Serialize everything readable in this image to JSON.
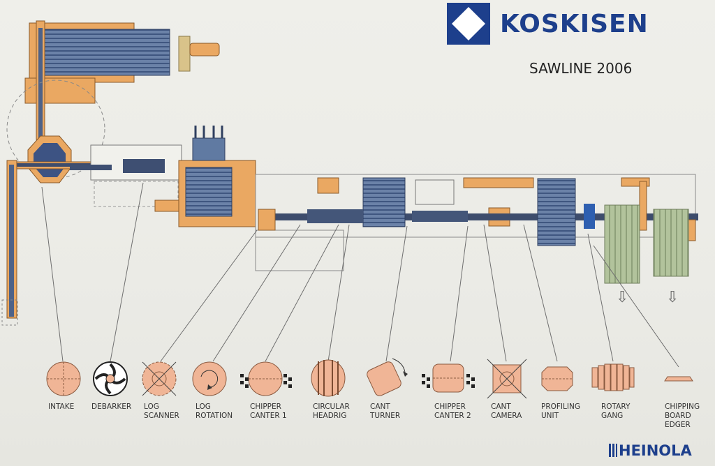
{
  "header": {
    "brand_name": "KOSKISEN",
    "subtitle": "SAWLINE 2006"
  },
  "footer": {
    "manufacturer": "HEINOLA"
  },
  "stages": [
    {
      "id": "intake",
      "lines": [
        "INTAKE"
      ],
      "icon": "intake-icon"
    },
    {
      "id": "debarker",
      "lines": [
        "DEBARKER"
      ],
      "icon": "debarker-icon"
    },
    {
      "id": "log-scanner",
      "lines": [
        "LOG",
        "SCANNER"
      ],
      "icon": "log-scanner-icon"
    },
    {
      "id": "log-rotation",
      "lines": [
        "LOG",
        "ROTATION"
      ],
      "icon": "log-rotation-icon"
    },
    {
      "id": "chipper-canter-1",
      "lines": [
        "CHIPPER",
        "CANTER 1"
      ],
      "icon": "chipper-canter-icon"
    },
    {
      "id": "circular-headrig",
      "lines": [
        "CIRCULAR",
        "HEADRIG"
      ],
      "icon": "circular-headrig-icon"
    },
    {
      "id": "cant-turner",
      "lines": [
        "CANT",
        "TURNER"
      ],
      "icon": "cant-turner-icon"
    },
    {
      "id": "chipper-canter-2",
      "lines": [
        "CHIPPER",
        "CANTER 2"
      ],
      "icon": "chipper-canter-icon"
    },
    {
      "id": "cant-camera",
      "lines": [
        "CANT",
        "CAMERA"
      ],
      "icon": "cant-camera-icon"
    },
    {
      "id": "profiling-unit",
      "lines": [
        "PROFILING",
        "UNIT"
      ],
      "icon": "profiling-unit-icon"
    },
    {
      "id": "rotary-gang",
      "lines": [
        "ROTARY",
        "GANG"
      ],
      "icon": "rotary-gang-icon"
    },
    {
      "id": "chipping-board-edger",
      "lines": [
        "CHIPPING",
        "BOARD",
        "EDGER"
      ],
      "icon": "chipping-board-edger-icon"
    }
  ],
  "colors": {
    "brand_blue": "#1d3f8c",
    "machine_orange": "#eaa862",
    "machine_blue": "#56709a",
    "icon_fill": "#f0b596",
    "sorting_green": "#a9bc94",
    "background": "#ebebe6"
  }
}
